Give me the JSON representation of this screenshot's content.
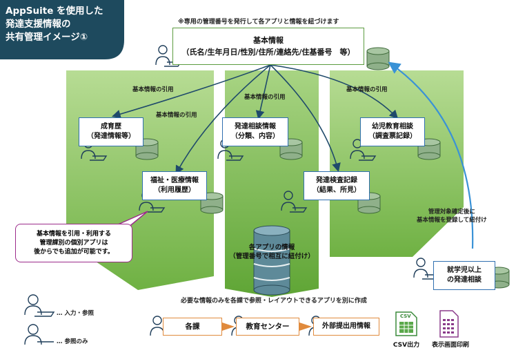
{
  "title_lines": [
    "AppSuite を使用した",
    "発達支援情報の",
    "共有管理イメージ①"
  ],
  "top_note": "※専用の管理番号を発行して各アプリと情報を紐づけます",
  "base_box": {
    "line1": "基本情報",
    "line2": "（氏名/生年月日/性別/住所/連絡先/住基番号　等）"
  },
  "cite_labels": {
    "left": "基本情報の引用",
    "center": "基本情報の引用",
    "right": "基本情報の引用",
    "inner": "基本情報の引用"
  },
  "apps": {
    "seiikureki": {
      "line1": "成育歴",
      "line2": "（発達情報等）"
    },
    "fukushi": {
      "line1": "福祉・医療情報",
      "line2": "（利用履歴）"
    },
    "hattatsu_soudan": {
      "line1": "発達相談情報",
      "line2": "（分類、内容）"
    },
    "kensa": {
      "line1": "発達検査記録",
      "line2": "（結果、所見）"
    },
    "youji": {
      "line1": "幼児教育相談",
      "line2": "（調査票記録）"
    },
    "shugaku": {
      "line1": "就学児以上",
      "line2": "の発達相談"
    }
  },
  "center_db": {
    "line1": "各アプリの情報",
    "line2": "（管理番号で相互に紐付け）"
  },
  "callout_lines": [
    "基本情報を引用・利用する",
    "管理課別の個別アプリは",
    "後からでも追加が可能です。"
  ],
  "side_note_lines": [
    "管理対象確定後に",
    "基本情報を登録して紐付け"
  ],
  "legend": {
    "input_ref": "… 入力・参照",
    "ref_only": "… 参照のみ"
  },
  "bottom_note": "必要な情報のみを各課で参照・レイアウトできるアプリを別に作成",
  "bottom_boxes": [
    "各課",
    "教育センター",
    "外部提出用情報"
  ],
  "outputs": {
    "csv": "CSV出力",
    "print": "表示画面印刷",
    "csv_tag": "CSV"
  },
  "colors": {
    "title_bg": "#1e4a5e",
    "panel_green": "#7cbb4e",
    "panel_green_light": "#9dce6f",
    "db_fill": "#8fb08a",
    "db_center": "#5e8a99",
    "arrow_blue": "#3a92d6",
    "callout_border": "#9b2a8a",
    "orange": "#e08a3c"
  }
}
